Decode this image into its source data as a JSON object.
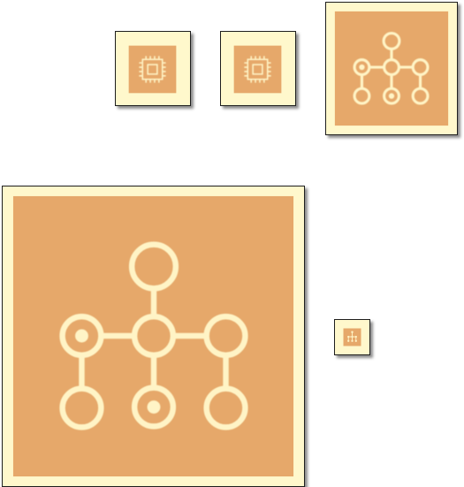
{
  "colors": {
    "frame": "#fff8cc",
    "accent": "#e6a86a",
    "glyph": "#fff4c6",
    "border": "#1e1e1e"
  },
  "tiles": [
    {
      "id": "chip-a",
      "icon": "chip-icon"
    },
    {
      "id": "chip-b",
      "icon": "chip-icon"
    },
    {
      "id": "net-medium",
      "icon": "node-network-icon"
    },
    {
      "id": "net-large",
      "icon": "node-network-icon"
    },
    {
      "id": "net-tiny",
      "icon": "node-network-icon"
    }
  ]
}
